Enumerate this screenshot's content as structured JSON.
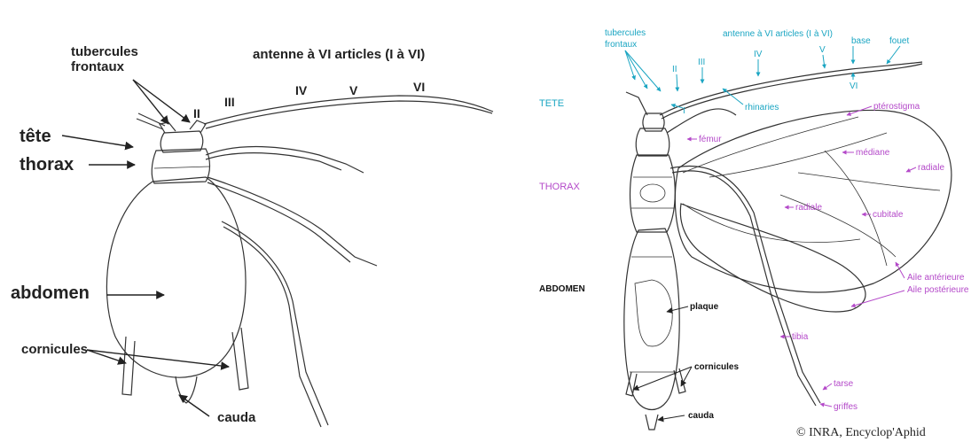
{
  "left": {
    "tubercules_line1": "tubercules",
    "tubercules_line2": "frontaux",
    "antenne": "antenne à VI articles (I à VI)",
    "num_II": "II",
    "num_III": "III",
    "num_IV": "IV",
    "num_V": "V",
    "num_VI": "VI",
    "tete": "tête",
    "thorax": "thorax",
    "abdomen": "abdomen",
    "cornicules": "cornicules",
    "cauda": "cauda"
  },
  "right": {
    "tubercules_line1": "tubercules",
    "tubercules_line2": "frontaux",
    "antenne": "antenne à VI articles (I à VI)",
    "base": "base",
    "fouet": "fouet",
    "num_II": "II",
    "num_III": "III",
    "num_IV": "IV",
    "num_V": "V",
    "num_VI": "VI",
    "num_I": "I",
    "rhinaries": "rhinaries",
    "pterostigma": "ptérostigma",
    "femur": "fémur",
    "mediane": "médiane",
    "radiale_top": "radiale",
    "radiale_mid": "radiale",
    "cubitale": "cubitale",
    "aile_ant": "Aile antérieure",
    "aile_post": "Aile postérieure",
    "tibia": "tibia",
    "tarse": "tarse",
    "griffes": "griffes",
    "tete": "TETE",
    "thorax": "THORAX",
    "abdomen": "ABDOMEN",
    "plaque": "plaque",
    "cornicules": "cornicules",
    "cauda": "cauda",
    "credit": "© INRA, Encyclop'Aphid"
  },
  "colors": {
    "cyan": "#1aa5c2",
    "magenta": "#b449c9",
    "ink": "#333333"
  }
}
